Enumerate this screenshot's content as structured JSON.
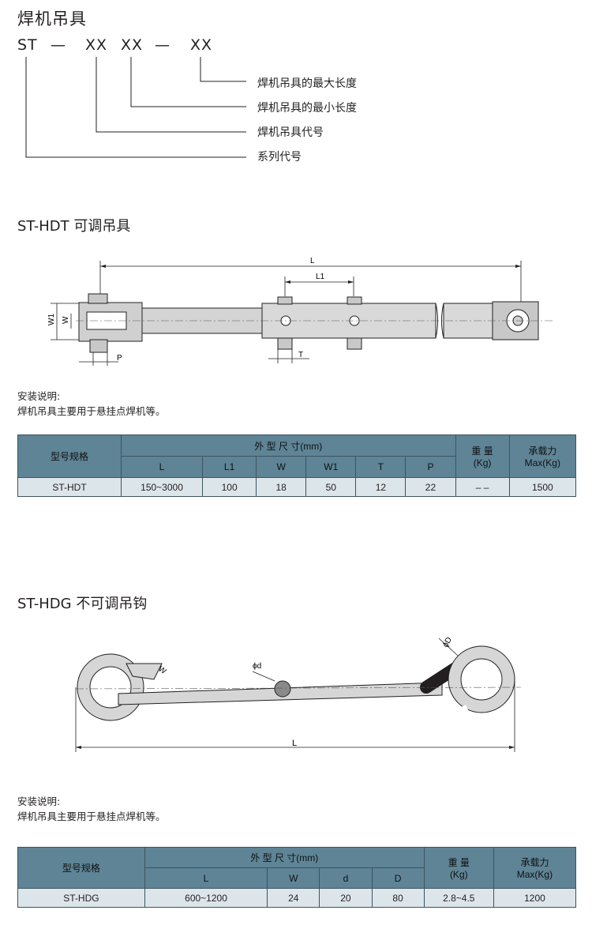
{
  "section1": {
    "title": "焊机吊具",
    "code": [
      "ST",
      "—",
      "XX",
      "XX",
      "—",
      "XX"
    ],
    "labels": [
      "焊机吊具的最大长度",
      "焊机吊具的最小长度",
      "焊机吊具代号",
      "系列代号"
    ]
  },
  "hdt": {
    "title": "ST-HDT 可调吊具",
    "diagram_labels": {
      "L": "L",
      "L1": "L1",
      "W1": "W1",
      "W": "W",
      "P": "P",
      "T": "T"
    },
    "note_title": "安装说明:",
    "note_text": "焊机吊具主要用于悬挂点焊机等。",
    "table": {
      "model_header": "型号规格",
      "dims_header": "外 型 尺 寸(mm)",
      "weight_header": [
        "重 量",
        "(Kg)"
      ],
      "load_header": [
        "承载力",
        "Max(Kg)"
      ],
      "columns": [
        "L",
        "L1",
        "W",
        "W1",
        "T",
        "P"
      ],
      "row": {
        "model": "ST-HDT",
        "values": [
          "150~3000",
          "100",
          "18",
          "50",
          "12",
          "22"
        ],
        "weight": "– –",
        "load": "1500"
      }
    }
  },
  "hdg": {
    "title": "ST-HDG 不可调吊钩",
    "diagram_labels": {
      "W": "W",
      "d": "ϕd",
      "D": "ϕD",
      "L": "L"
    },
    "note_title": "安装说明:",
    "note_text": "焊机吊具主要用于悬挂点焊机等。",
    "table": {
      "model_header": "型号规格",
      "dims_header": "外 型 尺 寸(mm)",
      "weight_header": [
        "重 量",
        "(Kg)"
      ],
      "load_header": [
        "承载力",
        "Max(Kg)"
      ],
      "columns": [
        "L",
        "W",
        "d",
        "D"
      ],
      "row": {
        "model": "ST-HDG",
        "values": [
          "600~1200",
          "24",
          "20",
          "80"
        ],
        "weight": "2.8~4.5",
        "load": "1200"
      }
    }
  }
}
